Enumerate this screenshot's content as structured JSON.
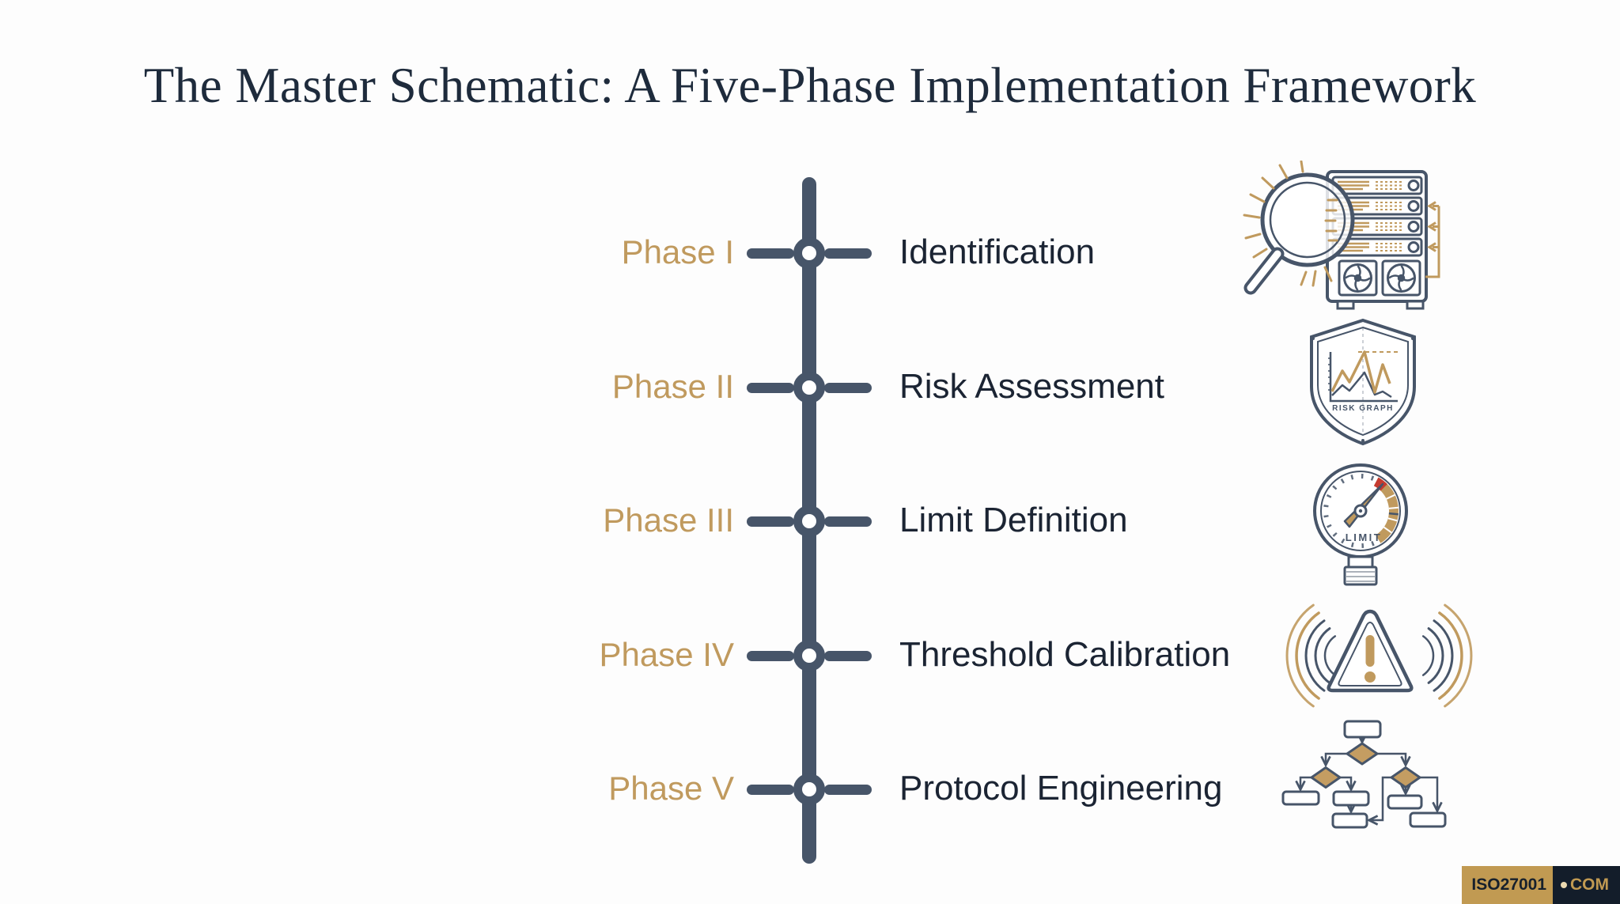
{
  "title": "The Master Schematic: A Five-Phase Implementation Framework",
  "colors": {
    "slate": "#475569",
    "gold": "#c09a5e",
    "navy": "#1b2433",
    "red": "#c53b30",
    "watermark_gold": "#c19a52",
    "watermark_navy": "#131d2a"
  },
  "timeline": {
    "phases": [
      {
        "phase": "Phase I",
        "label": "Identification",
        "icon": "server-search-icon"
      },
      {
        "phase": "Phase II",
        "label": "Risk Assessment",
        "icon": "shield-graph-icon"
      },
      {
        "phase": "Phase III",
        "label": "Limit Definition",
        "icon": "gauge-limit-icon"
      },
      {
        "phase": "Phase IV",
        "label": "Threshold Calibration",
        "icon": "alert-waves-icon"
      },
      {
        "phase": "Phase V",
        "label": "Protocol Engineering",
        "icon": "flowchart-icon"
      }
    ]
  },
  "icon_labels": {
    "shield": "RISK GRAPH",
    "gauge": "LIMIT"
  },
  "watermark": {
    "name": "ISO27001",
    "separator": "·",
    "tld": "COM"
  }
}
